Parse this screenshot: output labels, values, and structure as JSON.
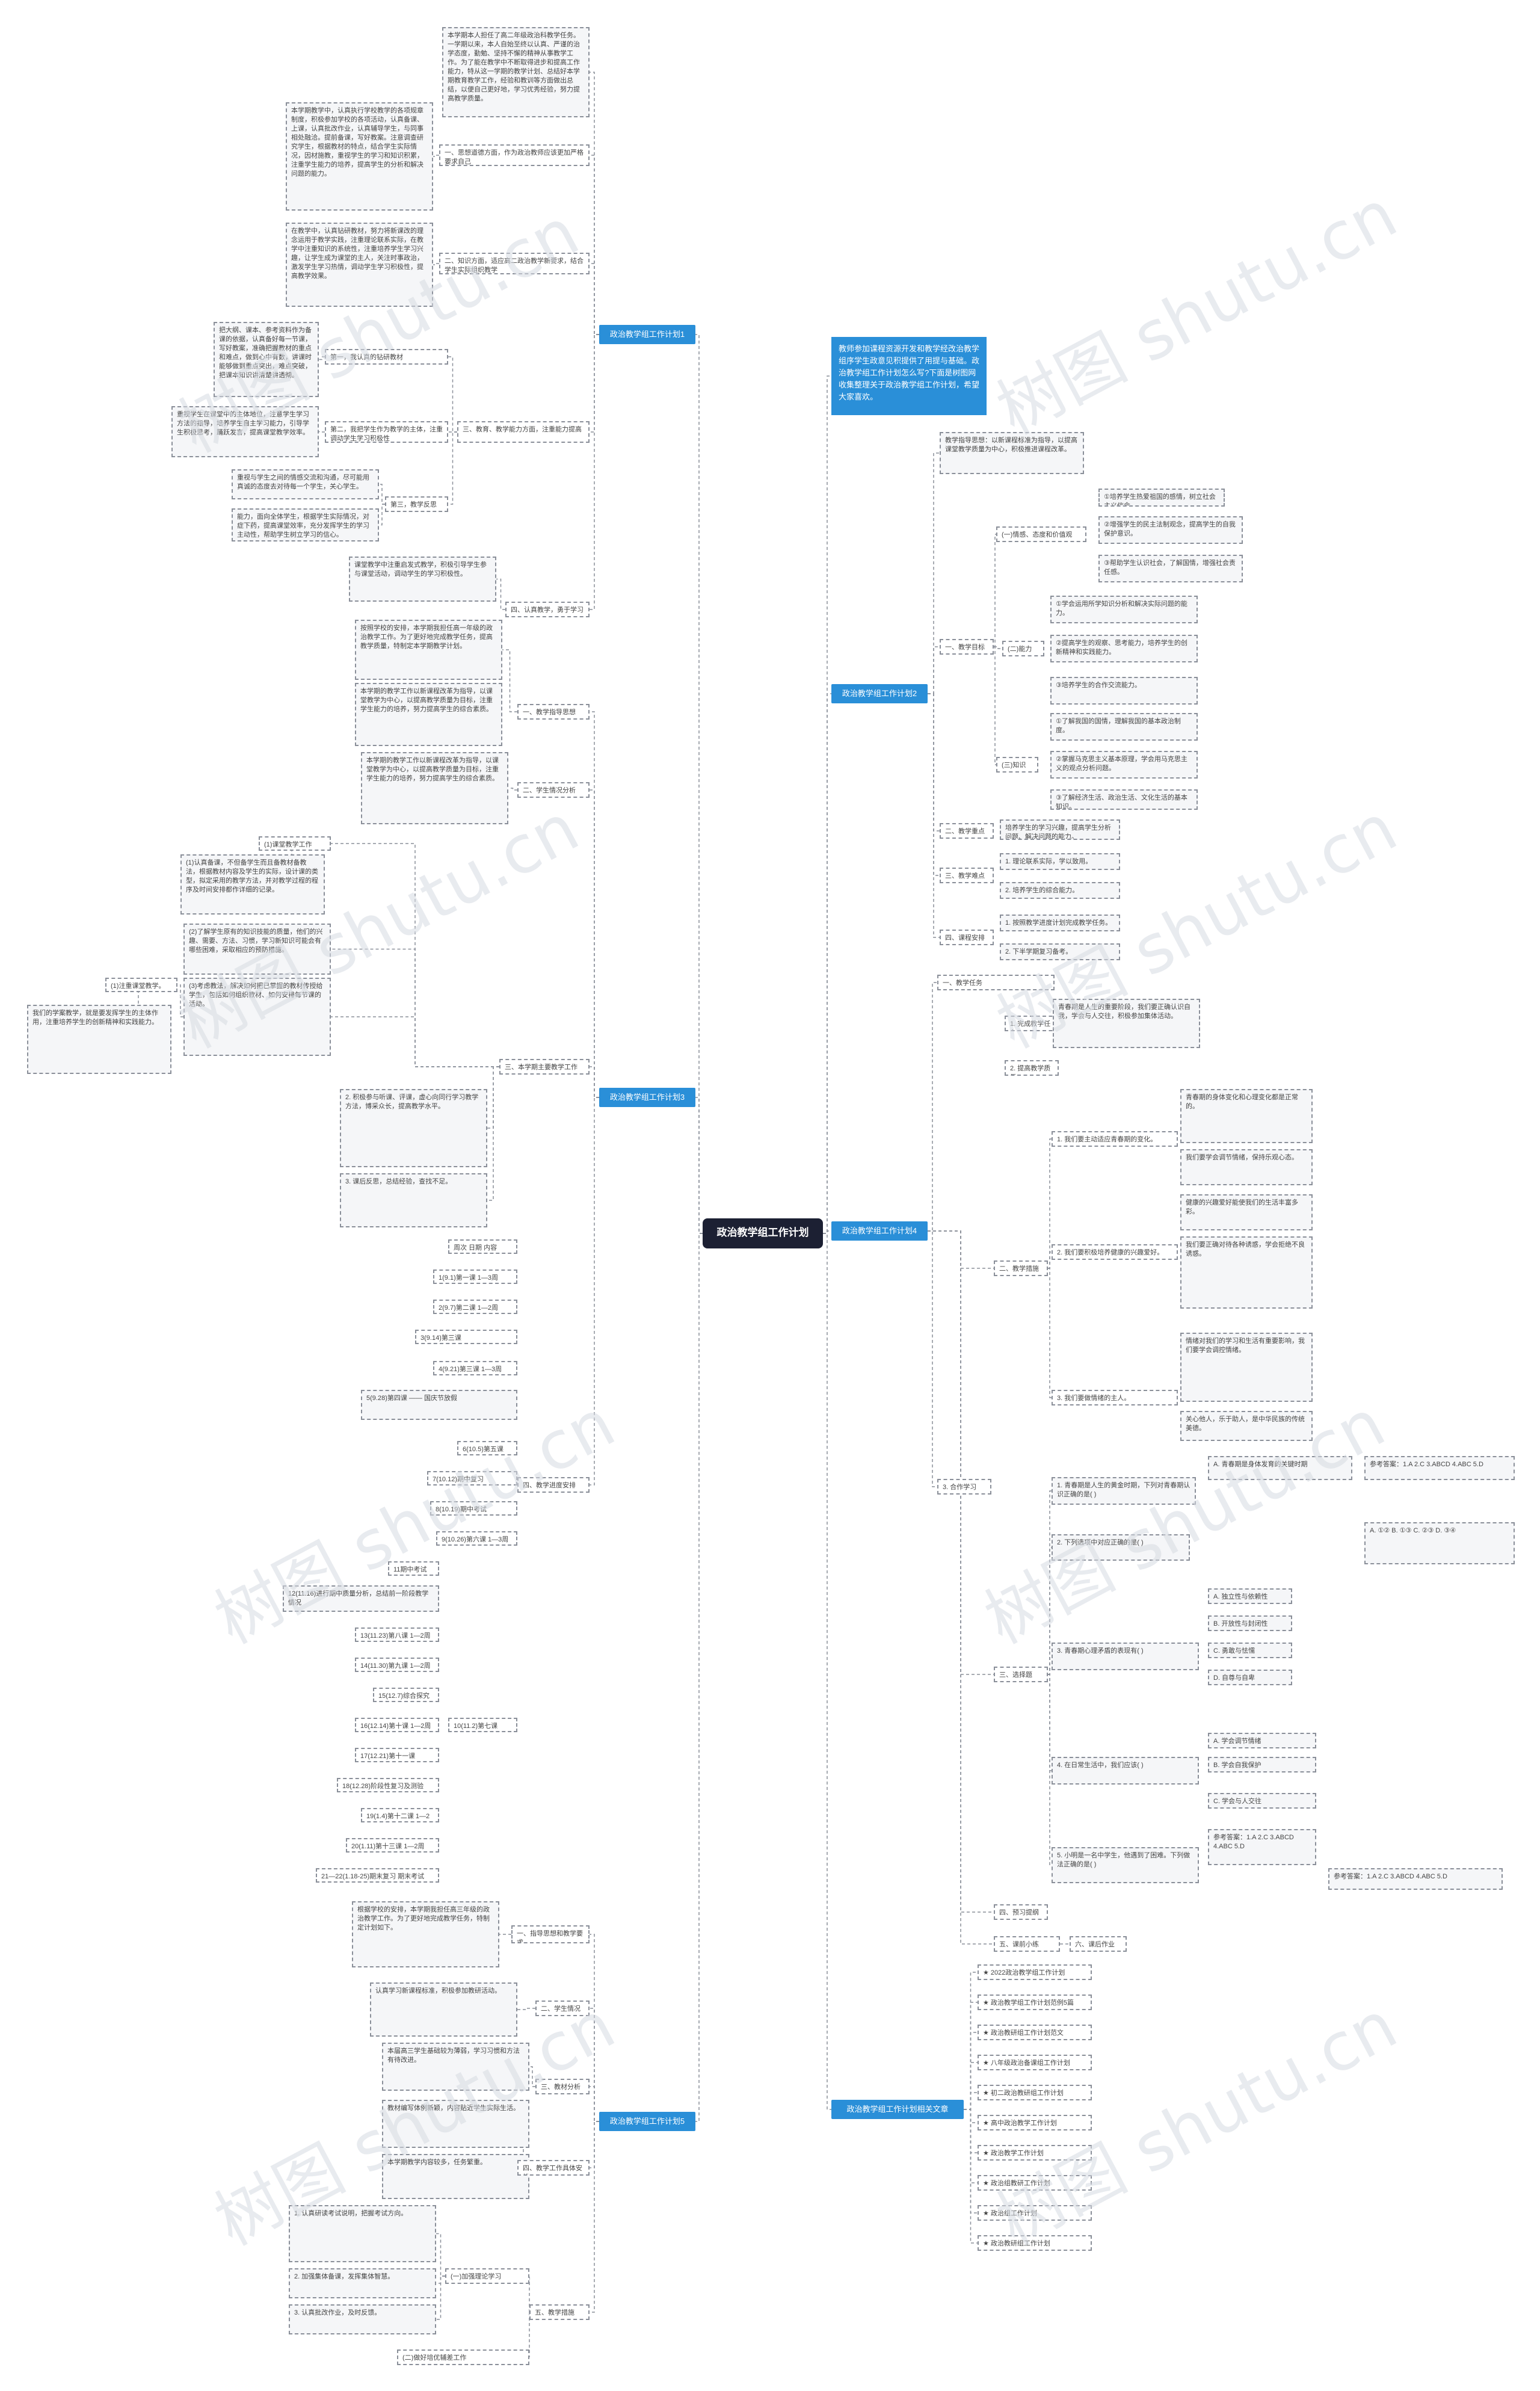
{
  "root": "政治教学组工作计划",
  "intro": "教师参加课程资源开发和教学经改治教学组序学生政意见积提供了用提与基础。政治教学组工作计划怎么写?下面是树图网收集整理关于政治教学组工作计划，希望大家喜欢。",
  "branch1": {
    "title": "政治教学组工作计划1",
    "p1": "本学期本人担任了高二年级政治科教学任务。一学期以来，本人自始至终以认真、严谨的治学态度，勤勉、坚持不懈的精神从事教学工作。为了能在教学中不断取得进步和提高工作能力，特从这一学期的教学计划、总结好本学期教育教学工作，经验和教训等方面做出总结，以便自己更好地，学习优秀经验，努力提高教学质量。",
    "l1": "一、思想道德方面，作为政治教师应该更加严格要求自己",
    "p2": "本学期教学中，认真执行学校教学的各项规章制度，积极参加学校的各项活动，认真备课、上课，认真批改作业，认真辅导学生，与同事相处融洽。提前备课，写好教案。注意调查研究学生，根据教材的特点，结合学生实际情况，因材施教，重视学生的学习和知识积累，注重学生能力的培养，提高学生的分析和解决问题的能力。",
    "l2": "二、知识方面，适应高二政治教学新要求，结合学生实际组织教学",
    "p3": "在教学中，认真钻研教材，努力将新课改的理念运用于教学实践，注重理论联系实际，在教学中注重知识的系统性，注重培养学生学习兴趣，让学生成为课堂的主人，关注时事政治，激发学生学习热情，调动学生学习积极性，提高教学效果。",
    "l3a": "第一，我认真的钻研教材",
    "p4": "把大纲、课本、参考资料作为备课的依据，认真备好每一节课，写好教案，准确把握教材的重点和难点，做到心中有数，讲课时能够做到重点突出，难点突破，把课本知识讲清楚讲透彻。",
    "l3b": "第二，我把学生作为教学的主体，注重调动学生学习积极性",
    "p5": "重视学生在课堂中的主体地位，注意学生学习方法的指导，培养学生自主学习能力，引导学生积极思考，踊跃发言，提高课堂教学效率。",
    "l3": "三、教育、教学能力方面，注重能力提高",
    "l3c": "第三，教学反思",
    "p6": "重视与学生之间的情感交流和沟通，尽可能用真诚的态度去对待每一个学生，关心学生。",
    "p7": "能力，面向全体学生，根据学生实际情况，对症下药，提高课堂效率，充分发挥学生的学习主动性，帮助学生树立学习的信心。",
    "p8": "课堂教学中注重启发式教学，积极引导学生参与课堂活动，调动学生的学习积极性。",
    "l4": "四、认真教学，勇于学习"
  },
  "branch2": {
    "title": "政治教学组工作计划2",
    "g1": "一、教学目标",
    "g1a": "(一)情感、态度和价值观",
    "a1": "①培养学生热爱祖国的感情，树立社会主义信念。",
    "a2": "②增强学生的民主法制观念，提高学生的自我保护意识。",
    "a3": "③帮助学生认识社会，了解国情，增强社会责任感。",
    "g1b": "(二)能力",
    "b1": "①学会运用所学知识分析和解决实际问题的能力。",
    "b2": "②提高学生的观察、思考能力，培养学生的创新精神和实践能力。",
    "b3": "③培养学生的合作交流能力。",
    "g1c": "(三)知识",
    "c1": "①了解我国的国情，理解我国的基本政治制度。",
    "c2": "②掌握马克思主义基本原理，学会用马克思主义的观点分析问题。",
    "c3": "③了解经济生活、政治生活、文化生活的基本知识。",
    "g2": "二、教学重点",
    "g2a": "培养学生的学习兴趣，提高学生分析问题、解决问题的能力。",
    "g3": "三、教学难点",
    "g3a": "1. 理论联系实际，学以致用。",
    "g3b": "2. 培养学生的综合能力。",
    "g4": "四、课程安排",
    "g4a": "1. 按照教学进度计划完成教学任务。",
    "g4b": "2. 下半学期复习备考。"
  },
  "branch3": {
    "title": "政治教学组工作计划3",
    "p1": "按照学校的安排，本学期我担任高一年级的政治教学工作。为了更好地完成教学任务，提高教学质量，特制定本学期教学计划。",
    "l1": "一、教学指导思想",
    "p2": "本学期的教学工作以新课程改革为指导，以课堂教学为中心，以提高教学质量为目标，注重学生能力的培养，努力提高学生的综合素质。",
    "l2": "二、学生情况分析",
    "tag": "(1)课堂教学工作",
    "p3": "(1)认真备课，不但备学生而且备教材备教法，根据教材内容及学生的实际，设计课的类型，拟定采用的教学方法，并对教学过程的程序及时间安排都作详细的记录。",
    "p4": "(2)了解学生原有的知识技能的质量，他们的兴趣、需要、方法、习惯，学习新知识可能会有哪些困难，采取相应的预防措施。",
    "p5": "(3)考虑教法，解决如何把已掌握的教材传授给学生，包括如何组织教材、如何安排每节课的活动。",
    "l3": "三、本学期主要教学工作",
    "p6": "2. 积极参与听课、评课，虚心向同行学习教学方法，博采众长，提高教学水平。",
    "p7": "3. 课后反思，总结经验，查找不足。",
    "l4": "四、教学进度安排",
    "w1": "周次 日期 内容",
    "w2": "1(9.1)第一课 1—3周",
    "w3": "2(9.7)第二课 1—2周",
    "w4": "3(9.14)第三课",
    "w5": "4(9.21)第三课 1—3周",
    "w6": "5(9.28)第四课 —— 国庆节放假",
    "w7": "6(10.5)第五课",
    "w8": "7(10.12)期中复习",
    "w9": "8(10.19)期中考试",
    "w10": "9(10.26)第六课 1—3周",
    "w11": "10(11.2)第七课",
    "w12": "11期中考试",
    "w13": "12(11.16)进行期中质量分析，总结前一阶段教学情况",
    "w14": "13(11.23)第八课 1—2周",
    "w15": "14(11.30)第九课 1—2周",
    "w16": "15(12.7)综合探究",
    "w17": "16(12.14)第十课 1—2周",
    "w18": "17(12.21)第十一课",
    "w19": "18(12.28)阶段性复习及测验",
    "w20": "19(1.4)第十二课 1—2周",
    "w21": "20(1.11)第十三课 1—2周",
    "w22": "21—22(1.18-25)期末复习 期末考试",
    "side1": "(1)注重课堂教学。",
    "side2": "我们的学案教学，就是要发挥学生的主体作用，注重培养学生的创新精神和实践能力。"
  },
  "branch4": {
    "title": "政治教学组工作计划4",
    "p1": "教学指导思想：以新课程标准为指导，以提高课堂教学质量为中心，积极推进课程改革。",
    "g1": "一、教学任务",
    "g1a": "1. 完成教学任务",
    "g1b": "2. 提高教学质量",
    "g1c": "3. 合作学习",
    "g1d": "青春期是人生的重要阶段，我们要正确认识自我，学会与人交往，积极参加集体活动。",
    "g2": "二、教学措施",
    "q1": "1. 我们要主动适应青春期的变化。",
    "q1a": "青春期的身体变化和心理变化都是正常的。",
    "q1b": "我们要学会调节情绪，保持乐观心态。",
    "q2": "2. 我们要积极培养健康的兴趣爱好。",
    "q2a": "健康的兴趣爱好能使我们的生活丰富多彩。",
    "q2b": "我们要正确对待各种诱惑，学会拒绝不良诱惑。",
    "q3": "3. 我们要做情绪的主人。",
    "q3a": "情绪对我们的学习和生活有重要影响，我们要学会调控情绪。",
    "q3b": "关心他人，乐于助人，是中华民族的传统美德。",
    "g3": "三、选择题",
    "r1": "1. 青春期是人生的黄金时期，下列对青春期认识正确的是(   )",
    "r1a": "A. 青春期是身体发育的关键时期",
    "r2": "2. 下列选项中对应正确的是(   )",
    "r2a": "A. ①②   B. ①③   C. ②③   D. ③④",
    "r3": "3. 青春期心理矛盾的表现有(   )",
    "r3a": "A. 独立性与依赖性",
    "r3b": "B. 开放性与封闭性",
    "r3c": "C. 勇敢与怯懦",
    "r3d": "D. 自尊与自卑",
    "r4": "4. 在日常生活中，我们应该(   )",
    "r4a": "A. 学会调节情绪",
    "r4b": "B. 学会自我保护",
    "r4c": "C. 学会与人交往",
    "r5": "5. 小明是一名中学生，他遇到了困难。下列做法正确的是(   )",
    "ans": "参考答案：1.A  2.C  3.ABCD  4.ABC  5.D",
    "g4": "四、预习提纲",
    "g5": "五、课前小练",
    "g6": "六、课后作业"
  },
  "branch5": {
    "title": "政治教学组工作计划相关文章",
    "items": [
      "★ 2022政治教学组工作计划",
      "★ 政治教学组工作计划范例5篇",
      "★ 政治教研组工作计划范文",
      "★ 八年级政治备课组工作计划",
      "★ 初二政治教研组工作计划",
      "★ 高中政治教学工作计划",
      "★ 政治教学工作计划",
      "★ 政治组教研工作计划",
      "★ 政治组工作计划",
      "★ 政治教研组工作计划"
    ]
  },
  "branch6": {
    "title": "政治教学组工作计划5",
    "p1": "根据学校的安排，本学期我担任高三年级的政治教学工作。为了更好地完成教学任务，特制定计划如下。",
    "l1": "一、指导思想和教学要求",
    "p2": "认真学习新课程标准，积极参加教研活动。",
    "l2": "二、学生情况",
    "p3": "本届高三学生基础较为薄弱，学习习惯和方法有待改进。",
    "l3": "三、教材分析",
    "p4": "教材编写体例新颖，内容贴近学生实际生活。",
    "p5": "本学期教学内容较多，任务繁重。",
    "l4": "四、教学工作具体安排",
    "p6": "1. 认真研读考试说明，把握考试方向。",
    "p7": "2. 加强集体备课，发挥集体智慧。",
    "p8": "3. 认真批改作业，及时反馈。",
    "l5": "五、教学措施",
    "l5a": "(一)加强理论学习",
    "l5b": "(二)做好培优辅差工作"
  },
  "watermark": "树图 shutu.cn"
}
